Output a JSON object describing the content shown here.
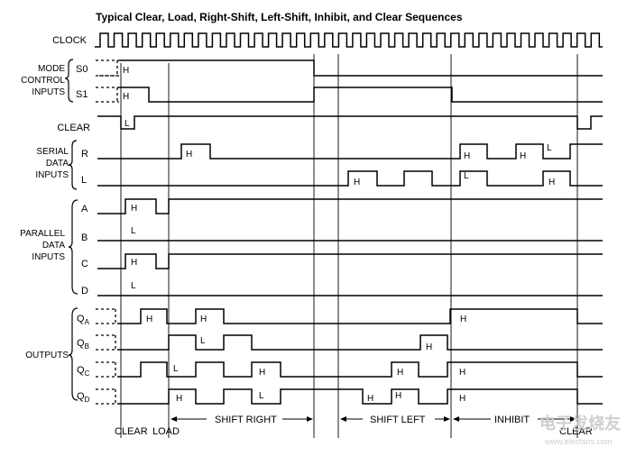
{
  "title": "Typical Clear, Load, Right-Shift, Left-Shift, Inhibit, and Clear Sequences",
  "labels": {
    "clock": "CLOCK",
    "mode_1": "MODE",
    "mode_2": "CONTROL",
    "mode_3": "INPUTS",
    "s0": "S0",
    "s1": "S1",
    "clear": "CLEAR",
    "serial_1": "SERIAL",
    "serial_2": "DATA",
    "serial_3": "INPUTS",
    "r": "R",
    "l": "L",
    "parallel_1": "PARALLEL",
    "parallel_2": "DATA",
    "parallel_3": "INPUTS",
    "a": "A",
    "b": "B",
    "c": "C",
    "d": "D",
    "outputs": "OUTPUTS",
    "qa": "Q",
    "qa_sub": "A",
    "qb": "Q",
    "qb_sub": "B",
    "qc": "Q",
    "qc_sub": "C",
    "qd": "Q",
    "qd_sub": "D"
  },
  "level_marks": {
    "s0_h": "H",
    "s1_h": "H",
    "clear_l": "L",
    "r_h1": "H",
    "r_h2": "H",
    "r_h3": "H",
    "r_l": "L",
    "l_h1": "H",
    "l_l": "L",
    "l_h2": "H",
    "a_h": "H",
    "b_l": "L",
    "c_h": "H",
    "d_l": "L",
    "qa_h1": "H",
    "qa_h2": "H",
    "qa_h3": "H",
    "qb_l": "L",
    "qb_h": "H",
    "qc_l": "L",
    "qc_h1": "H",
    "qc_h2": "H",
    "qc_h3": "H",
    "qd_h1": "H",
    "qd_l": "L",
    "qd_h2": "H",
    "qd_h3": "H",
    "qd_h4": "H"
  },
  "sequences": {
    "clear": "CLEAR",
    "load": "LOAD",
    "shift_right": "SHIFT RIGHT",
    "shift_left": "SHIFT LEFT",
    "inhibit": "INHIBIT",
    "clear_end": "CLEAR"
  },
  "watermark": "电子发烧友",
  "watermark_url": "www.elecfans.com"
}
